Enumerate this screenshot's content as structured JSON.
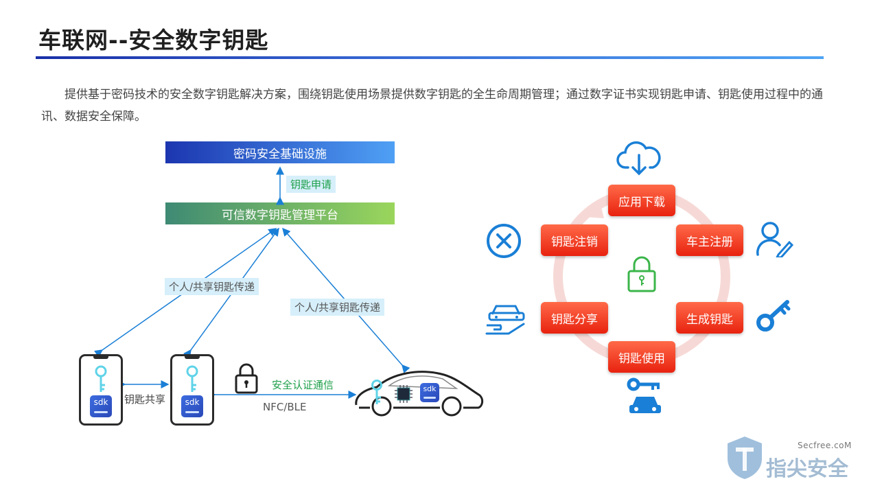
{
  "header": {
    "title": "车联网--安全数字钥匙",
    "intro": "提供基于密码技术的安全数字钥匙解决方案，围绕钥匙使用场景提供数字钥匙的全生命周期管理；通过数字证书实现钥匙申请、钥匙使用过程中的通讯、数据安全保障。"
  },
  "flow": {
    "pki_box": "密码安全基础设施",
    "key_apply": "钥匙申请",
    "platform_box": "可信数字钥匙管理平台",
    "share_left": "个人/共享钥匙传递",
    "share_right": "个人/共享钥匙传递",
    "key_share": "钥匙共享",
    "secure_comm": "安全认证通信",
    "nfc": "NFC/BLE",
    "sdk_a": "sdk",
    "sdk_b": "sdk",
    "sdk_c": "sdk"
  },
  "lifecycle": {
    "download": "应用下载",
    "register": "车主注册",
    "generate": "生成钥匙",
    "use": "钥匙使用",
    "share": "钥匙分享",
    "cancel": "钥匙注销"
  },
  "watermark": {
    "site": "Secfree.coM",
    "brand": "指尖安全"
  },
  "colors": {
    "accent_blue": "#1a7fd6",
    "accent_green": "#1ea04a",
    "step_red": "#e8220f"
  }
}
